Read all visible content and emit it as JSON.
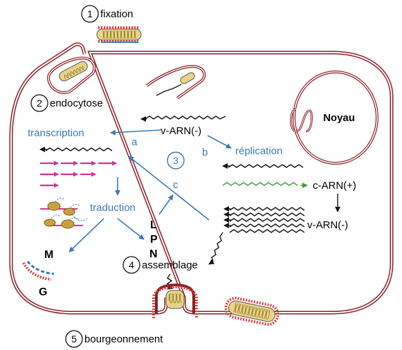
{
  "steps": {
    "fixation": {
      "number": "1",
      "label": "fixation"
    },
    "endocytose": {
      "number": "2",
      "label": "endocytose"
    },
    "cycle": {
      "number": "3"
    },
    "assemblage": {
      "number": "4",
      "label": "assemblage"
    },
    "bourgeonnement": {
      "number": "5",
      "label": "bourgeonnement"
    }
  },
  "labels": {
    "noyau": "Noyau",
    "v_arn_top": "v-ARN(-)",
    "transcription": "transcription",
    "replication": "réplication",
    "traduction": "traduction",
    "c_arn": "c-ARN(+)",
    "v_arn_bottom": "v-ARN(-)",
    "path_a": "a",
    "path_b": "b",
    "path_c": "c",
    "protein_l": "L",
    "protein_p": "P",
    "protein_n": "N",
    "protein_m": "M",
    "protein_g": "G"
  },
  "colors": {
    "membrane": "#8b1e24",
    "blue_text": "#3a78b8",
    "mrna": "#d6318f",
    "positive_rna": "#3aa03a",
    "virion_fill": "#e8d58a",
    "spike": "#e03a3a",
    "m_protein": "#3a78b8"
  }
}
